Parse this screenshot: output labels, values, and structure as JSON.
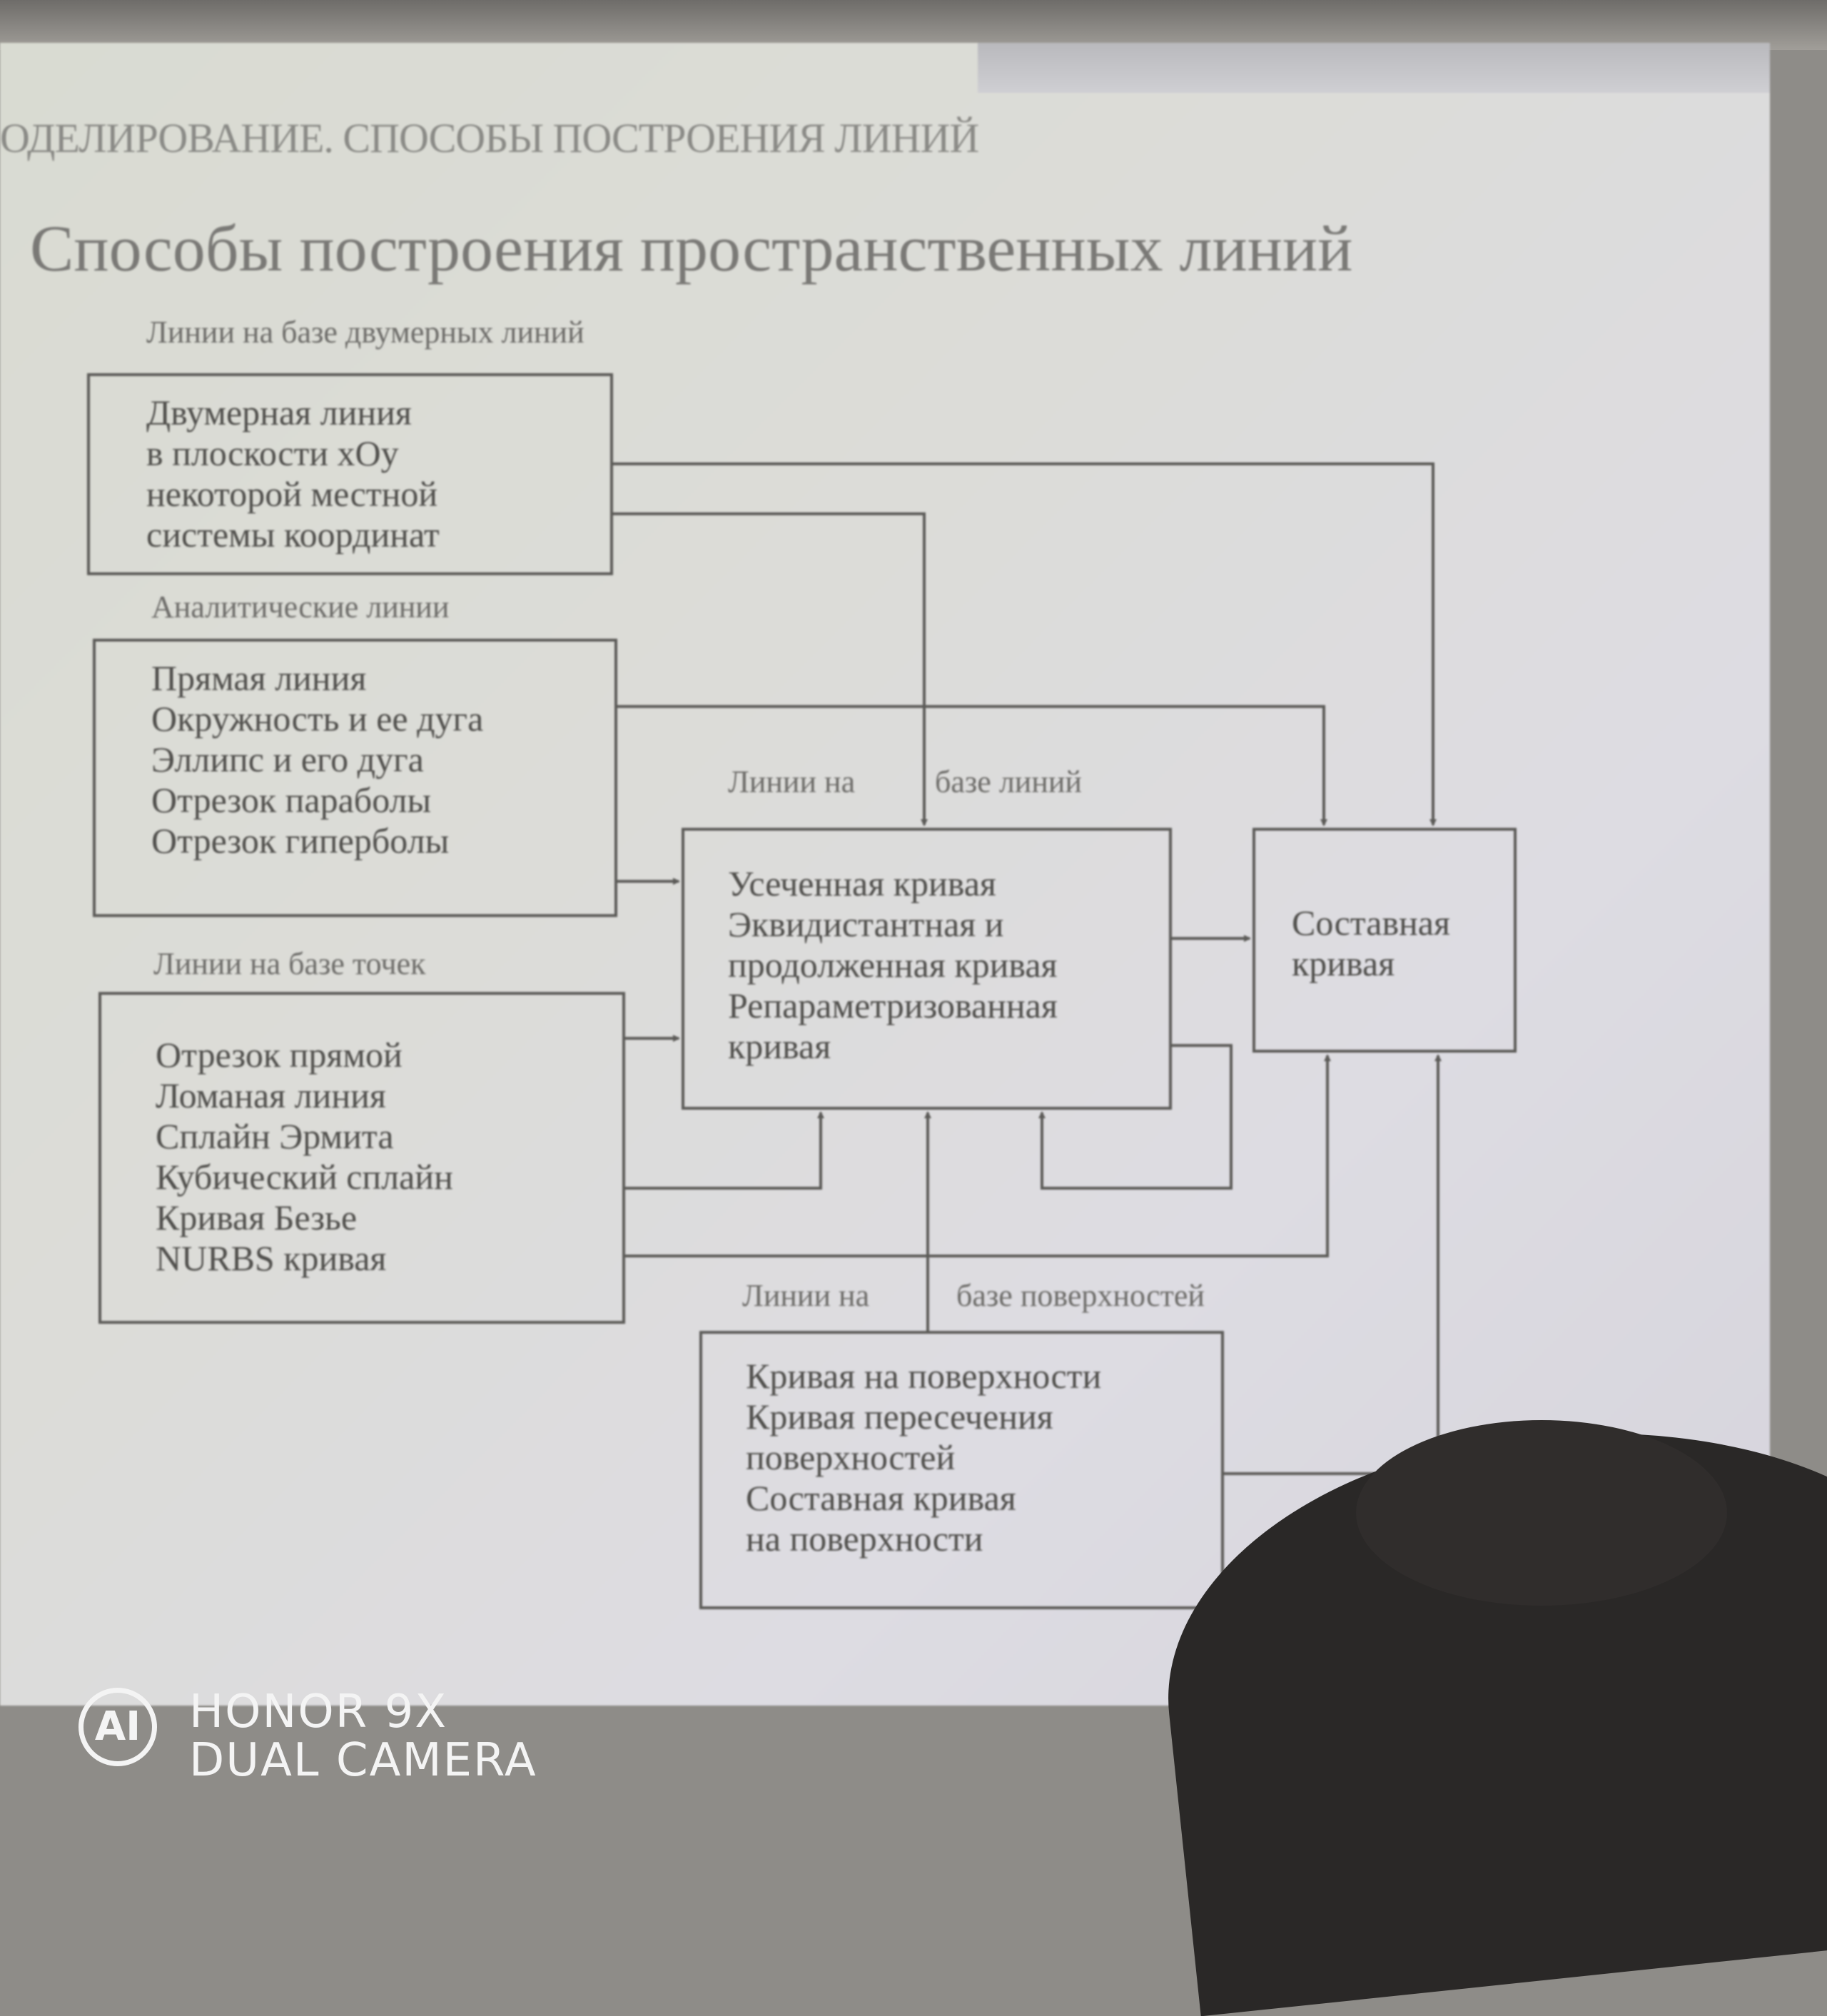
{
  "slide": {
    "header": "ОДЕЛИРОВАНИЕ. СПОСОБЫ ПОСТРОЕНИЯ ЛИНИЙ",
    "title": "Способы построения пространственных линий"
  },
  "labels": {
    "two_dim": "Линии на базе двумерных линий",
    "analytic": "Аналитические линии",
    "points": "Линии на базе точек",
    "lines_a": "Линии на",
    "lines_b": "базе линий",
    "surfaces_a": "Линии на",
    "surfaces_b": "базе поверхностей"
  },
  "boxes": {
    "two_dim": [
      "Двумерная линия",
      "в плоскости xOy",
      "некоторой местной",
      "системы координат"
    ],
    "analytic": [
      "Прямая линия",
      "Окружность и ее дуга",
      "Эллипс и его дуга",
      "Отрезок параболы",
      "Отрезок гиперболы"
    ],
    "points": [
      "Отрезок прямой",
      "Ломаная линия",
      "Сплайн Эрмита",
      "Кубический сплайн",
      "Кривая Безье",
      "NURBS кривая"
    ],
    "derived": [
      "Усеченная кривая",
      "Эквидистантная и",
      "продолженная кривая",
      "Репараметризованная",
      "кривая"
    ],
    "composite": [
      "Составная",
      "кривая"
    ],
    "surface": [
      "Кривая на поверхности",
      "Кривая пересечения",
      "поверхностей",
      "Составная кривая",
      "на поверхности"
    ]
  },
  "watermark": {
    "logo": "AI",
    "line1": "HONOR 9X",
    "line2": "DUAL CAMERA"
  },
  "colors": {
    "slide_bg": "#dcdcd8",
    "line": "#5c5b58",
    "text": "#504f4c"
  }
}
